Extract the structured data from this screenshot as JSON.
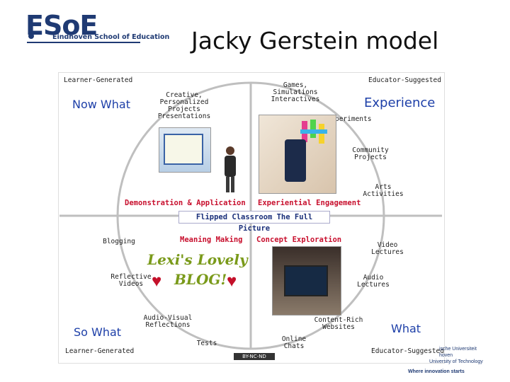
{
  "header": {
    "logo_text": "ESoE",
    "logo_subtitle": "Eindhoven School of Education",
    "title": "Jacky Gerstein model"
  },
  "diagram": {
    "corner_labels": {
      "top_left": "Learner-Generated",
      "top_right": "Educator-Suggested",
      "bottom_left": "Learner-Generated",
      "bottom_right": "Educator-Suggested"
    },
    "quadrant_titles": {
      "top_left": "Now What",
      "top_right": "Experience",
      "bottom_left": "So What",
      "bottom_right": "What"
    },
    "phases": {
      "demonstration": "Demonstration & Application",
      "experiential": "Experiential Engagement",
      "meaning": "Meaning Making",
      "concept": "Concept Exploration"
    },
    "center_label": "Flipped Classroom The Full Picture",
    "activities": {
      "creative": [
        "Creative,",
        "Personalized",
        "Projects",
        "Presentations"
      ],
      "games": [
        "Games,",
        "Simulations",
        "Interactives"
      ],
      "experiments": [
        "Experiments"
      ],
      "community": [
        "Community",
        "Projects"
      ],
      "arts": [
        "Arts",
        "Activities"
      ],
      "video_lectures": [
        "Video",
        "Lectures"
      ],
      "audio_lectures": [
        "Audio",
        "Lectures"
      ],
      "content_rich": [
        "Content-Rich",
        "Websites"
      ],
      "online_chats": [
        "Online",
        "Chats"
      ],
      "tests": [
        "Tests"
      ],
      "audio_visual": [
        "Audio-Visual",
        "Reflections"
      ],
      "reflective_videos": [
        "Reflective",
        "Videos"
      ],
      "blogging": [
        "Blogging"
      ]
    },
    "photo_captions": {
      "blog_title": "Lexi's Lovely",
      "blog_sub": "BLOG!"
    },
    "license": "BY-NC-ND"
  },
  "footer_logo": {
    "line1": "ische Universiteit",
    "line2": "hoven",
    "line3": "University of Technology",
    "tagline": "Where innovation starts"
  },
  "colors": {
    "brand_blue": "#1f3a73",
    "quadrant_title_blue": "#1d3fa8",
    "phase_red": "#c8102e",
    "circle_grey": "#bfbfbf"
  }
}
